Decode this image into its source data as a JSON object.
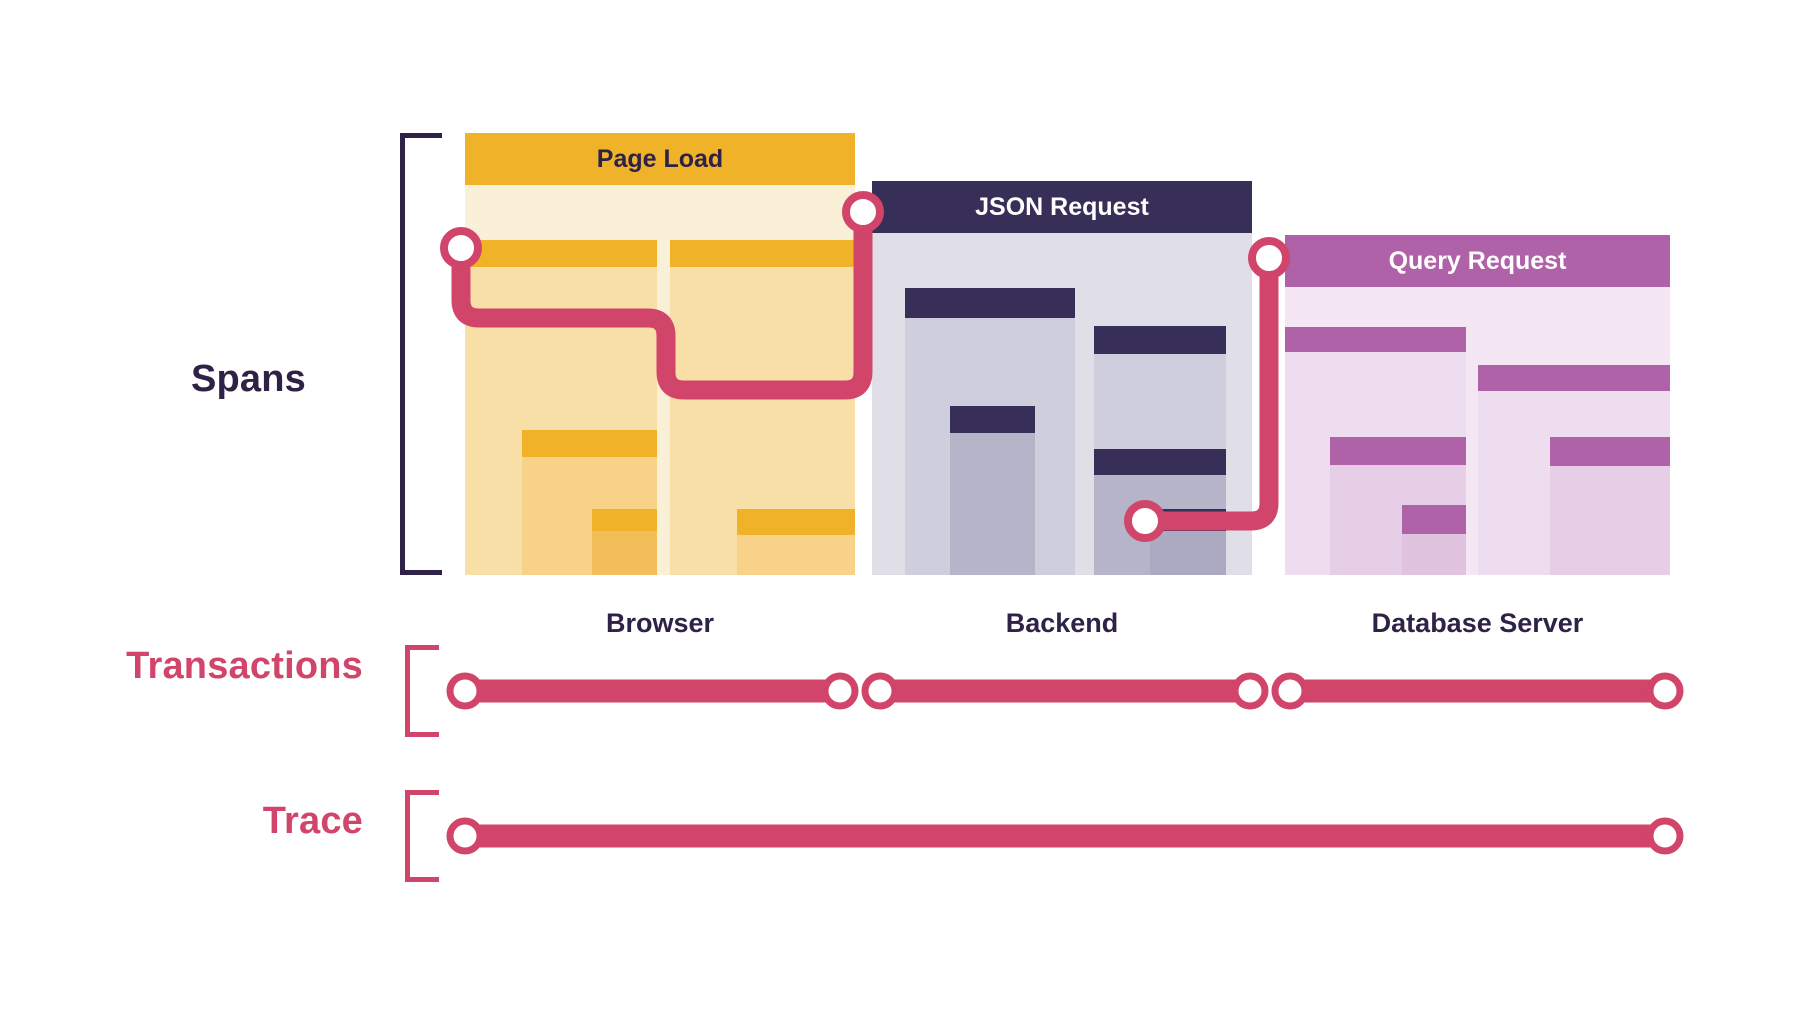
{
  "diagram": {
    "title_hidden": "",
    "rows": [
      {
        "key": "spans",
        "label": "Spans"
      },
      {
        "key": "transactions",
        "label": "Transactions"
      },
      {
        "key": "trace",
        "label": "Trace"
      }
    ]
  },
  "colors": {
    "navy": "#2E2247",
    "crimson": "#D1456A",
    "amber": "#F0B229",
    "amber_head": "#F0B229",
    "amber_panel": "#FAF0D7",
    "amber_bar_1": "#F8DFA8",
    "amber_bar_2": "#F7D288",
    "amber_bar_3": "#F2BE5A",
    "slate_head": "#372F57",
    "slate_panel": "#E0DFE8",
    "slate_bar_1": "#CFCEDC",
    "slate_bar_2": "#B5B4C9",
    "slate_bar_3": "#ABAAC2",
    "plum_head": "#AF62A8",
    "plum_panel": "#F4E7F3",
    "plum_bar_1": "#EEDDEE",
    "plum_bar_2": "#E6CFE6",
    "plum_bar_3": "#DFC3DF",
    "white": "#FFFFFF"
  },
  "spans": {
    "columns": [
      {
        "id": "browser",
        "caption": "Browser",
        "title": "Page Load",
        "title_color": "#2E2247",
        "header_bg": "#F0B229",
        "panel_bg": "#FAF0D7",
        "bars": [
          {
            "name": "span-bar-browser-1",
            "depth": 1,
            "fill": "#F8DFA8",
            "head": "#F0B229"
          },
          {
            "name": "span-bar-browser-2",
            "depth": 2,
            "fill": "#F7D288",
            "head": "#F0B229"
          },
          {
            "name": "span-bar-browser-3",
            "depth": 3,
            "fill": "#F2BE5A",
            "head": "#F0B229"
          },
          {
            "name": "span-bar-browser-4",
            "depth": 1,
            "fill": "#F8DFA8",
            "head": "#F0B229"
          },
          {
            "name": "span-bar-browser-5",
            "depth": 2,
            "fill": "#F7D288",
            "head": "#F0B229"
          }
        ]
      },
      {
        "id": "backend",
        "caption": "Backend",
        "title": "JSON Request",
        "title_color": "#FFFFFF",
        "header_bg": "#372F57",
        "panel_bg": "#E0DFE8",
        "bars": [
          {
            "name": "span-bar-backend-1",
            "depth": 1,
            "fill": "#CFCEDC",
            "head": "#372F57"
          },
          {
            "name": "span-bar-backend-2",
            "depth": 2,
            "fill": "#B5B4C9",
            "head": "#372F57"
          },
          {
            "name": "span-bar-backend-3",
            "depth": 1,
            "fill": "#CFCEDC",
            "head": "#372F57"
          },
          {
            "name": "span-bar-backend-4",
            "depth": 2,
            "fill": "#B5B4C9",
            "head": "#372F57"
          },
          {
            "name": "span-bar-backend-5",
            "depth": 3,
            "fill": "#ABAAC2",
            "head": "#372F57"
          }
        ]
      },
      {
        "id": "database-server",
        "caption": "Database Server",
        "title": "Query Request",
        "title_color": "#FFFFFF",
        "header_bg": "#AF62A8",
        "panel_bg": "#F4E7F3",
        "bars": [
          {
            "name": "span-bar-db-1",
            "depth": 1,
            "fill": "#EEDDEE",
            "head": "#AF62A8"
          },
          {
            "name": "span-bar-db-2",
            "depth": 2,
            "fill": "#E6CFE6",
            "head": "#AF62A8"
          },
          {
            "name": "span-bar-db-3",
            "depth": 3,
            "fill": "#DFC3DF",
            "head": "#AF62A8"
          },
          {
            "name": "span-bar-db-4",
            "depth": 1,
            "fill": "#EEDDEE",
            "head": "#AF62A8"
          },
          {
            "name": "span-bar-db-5",
            "depth": 2,
            "fill": "#E6CFE6",
            "head": "#AF62A8"
          }
        ]
      }
    ]
  },
  "transactions": {
    "segments": [
      {
        "name": "transaction-segment-browser",
        "label": "Browser"
      },
      {
        "name": "transaction-segment-backend",
        "label": "Backend"
      },
      {
        "name": "transaction-segment-database",
        "label": "Database Server"
      }
    ],
    "node_count": 6
  },
  "trace": {
    "segment": {
      "name": "trace-segment",
      "label": "Trace"
    },
    "node_count": 2
  }
}
